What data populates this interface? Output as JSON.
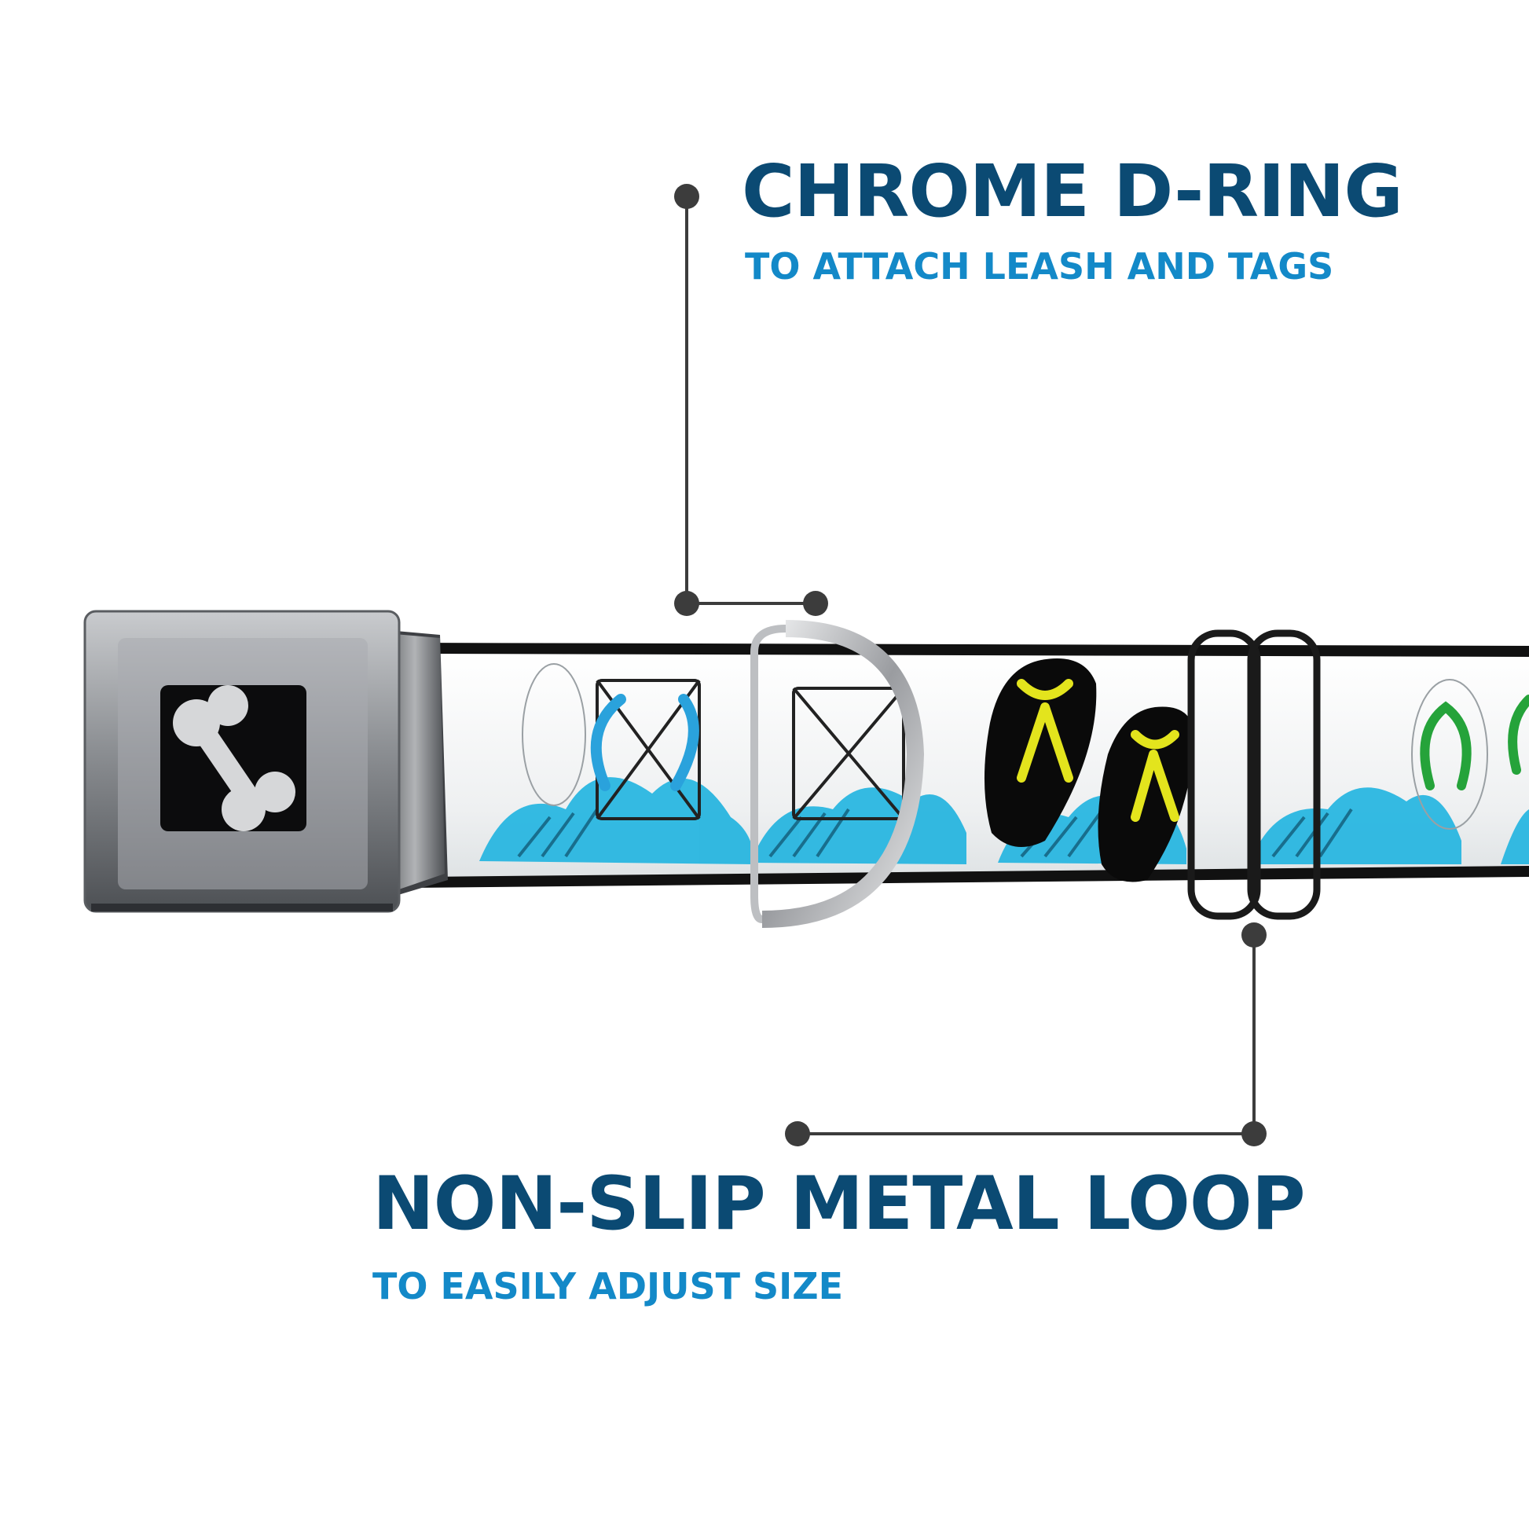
{
  "colors": {
    "title": "#0b4a73",
    "subtitle": "#1389c8",
    "callout_line": "#3c3c3c",
    "buckle": "#8a8d91",
    "webbing": "#f2f4f5",
    "accent_teal": "#29b6e0",
    "flipflop_blue": "#2aa2dc",
    "flipflop_yellow": "#e3e41d",
    "flipflop_green": "#25a33a"
  },
  "callouts": {
    "d_ring": {
      "title": "CHROME D-RING",
      "subtitle": "TO ATTACH LEASH AND TAGS"
    },
    "metal_loop": {
      "title": "NON-SLIP METAL LOOP",
      "subtitle": "TO EASILY ADJUST SIZE"
    }
  },
  "product": {
    "buckle_logo": "bone-icon",
    "pattern": "flip-flops-and-waves"
  }
}
